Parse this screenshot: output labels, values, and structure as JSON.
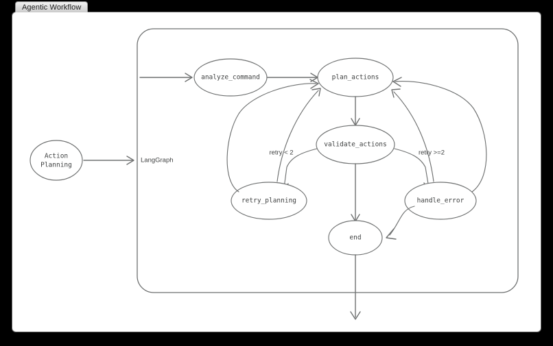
{
  "window": {
    "tab_label": "Agentic Workflow"
  },
  "colors": {
    "background": "#000000",
    "panel": "#ffffff",
    "stroke": "#6e7070",
    "text": "#3d3f3f",
    "tab_text": "#1c1c1c"
  },
  "diagram": {
    "group_label": "LangGraph",
    "external_node": {
      "label_line1": "Action",
      "label_line2": "Planning"
    },
    "nodes": [
      {
        "id": "analyze_command",
        "label": "analyze_command"
      },
      {
        "id": "plan_actions",
        "label": "plan_actions"
      },
      {
        "id": "validate_actions",
        "label": "validate_actions"
      },
      {
        "id": "retry_planning",
        "label": "retry_planning"
      },
      {
        "id": "handle_error",
        "label": "handle_error"
      },
      {
        "id": "end",
        "label": "end"
      }
    ],
    "edge_labels": [
      {
        "id": "retry_lt_2",
        "label": "retry < 2"
      },
      {
        "id": "retry_gte_2",
        "label": "retry >=2"
      }
    ]
  }
}
